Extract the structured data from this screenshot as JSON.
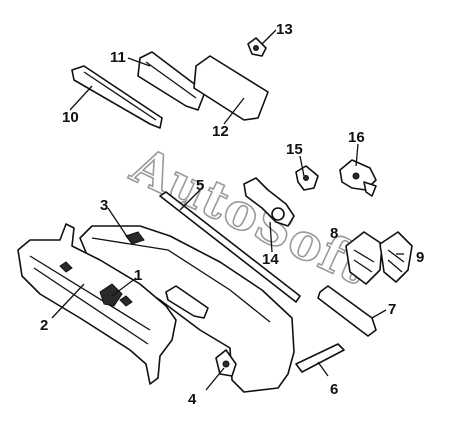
{
  "watermark": "AutoSoft",
  "callouts": [
    "1",
    "2",
    "3",
    "4",
    "5",
    "6",
    "7",
    "8",
    "9",
    "10",
    "11",
    "12",
    "13",
    "14",
    "15",
    "16"
  ],
  "colors": {
    "line": "#111111",
    "watermark_outline": "#9a9a9a",
    "background": "#ffffff"
  }
}
